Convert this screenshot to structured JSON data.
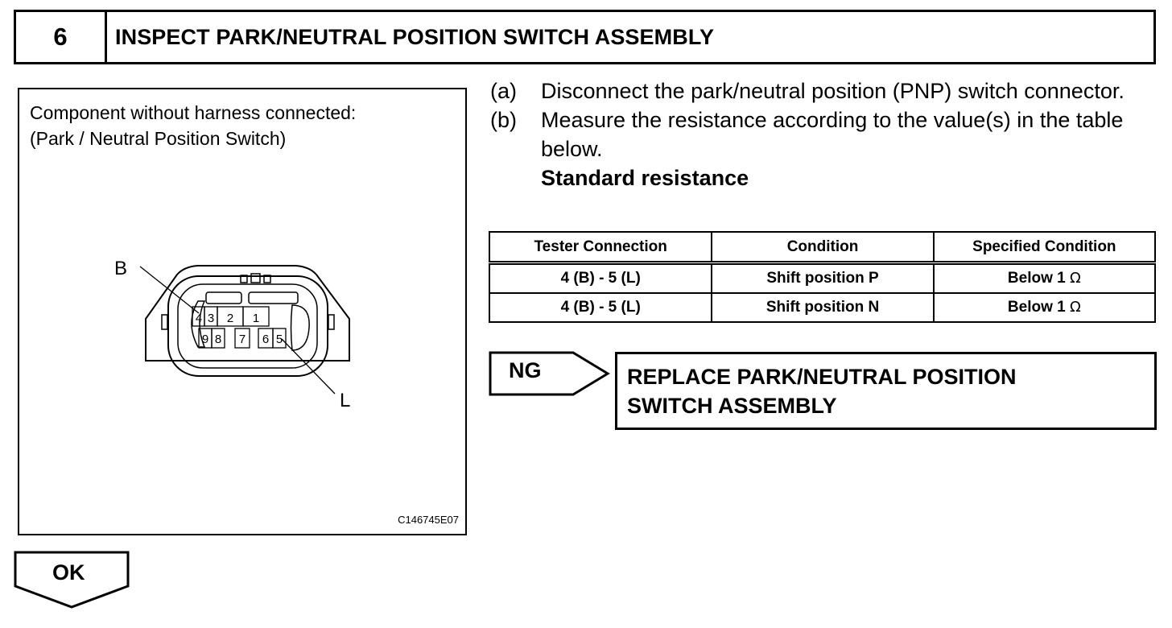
{
  "header": {
    "step_number": "6",
    "title": "INSPECT PARK/NEUTRAL POSITION SWITCH ASSEMBLY"
  },
  "figure": {
    "caption_line1": "Component without harness connected:",
    "caption_line2": "(Park / Neutral Position Switch)",
    "callout_b": "B",
    "callout_l": "L",
    "top_pins": [
      "4",
      "3",
      "2",
      "1"
    ],
    "bottom_pins": [
      "9",
      "8",
      "7",
      "6",
      "5"
    ],
    "figure_code": "C146745E07"
  },
  "steps": [
    {
      "marker": "(a)",
      "text": "Disconnect the park/neutral position (PNP) switch connector."
    },
    {
      "marker": "(b)",
      "text": "Measure the resistance according to the value(s) in the table below."
    }
  ],
  "standard_label": "Standard resistance",
  "table": {
    "headers": [
      "Tester Connection",
      "Condition",
      "Specified Condition"
    ],
    "rows": [
      {
        "connection": "4 (B) - 5 (L)",
        "condition": "Shift position P",
        "specified": "Below 1",
        "unit": "Ω"
      },
      {
        "connection": "4 (B) - 5 (L)",
        "condition": "Shift position N",
        "specified": "Below 1",
        "unit": "Ω"
      }
    ]
  },
  "ng": {
    "label": "NG",
    "result_line1": "REPLACE PARK/NEUTRAL POSITION",
    "result_line2": "SWITCH ASSEMBLY"
  },
  "ok": {
    "label": "OK"
  }
}
